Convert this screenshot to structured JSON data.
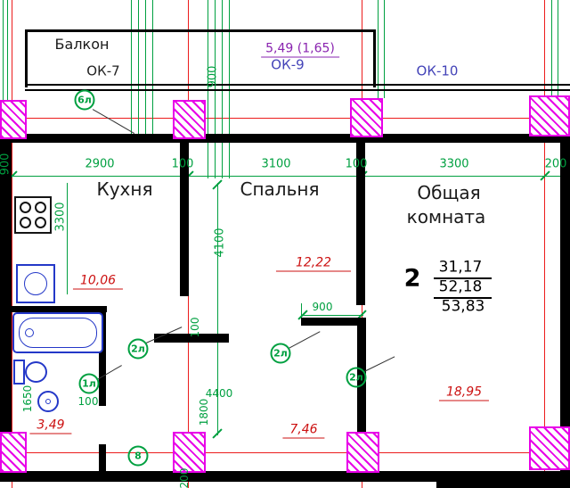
{
  "meta": {
    "type": "apartment-floor-plan"
  },
  "rooms": {
    "balcony": "Балкон",
    "kitchen": "Кухня",
    "bedroom": "Спальня",
    "living_line1": "Общая",
    "living_line2": "комната"
  },
  "windows": {
    "ok7": "ОК-7",
    "ok9": "ОК-9",
    "ok10": "ОК-10"
  },
  "areas": {
    "balcony": "5,49 (1,65)",
    "kitchen": "10,06",
    "bedroom": "12,22",
    "living": "18,95",
    "bathroom": "3,49",
    "hall": "7,46"
  },
  "apartment": {
    "number": "2",
    "living_area": "31,17",
    "usable_area": "52,18",
    "total_area": "53,83"
  },
  "dims": {
    "top": [
      "2900",
      "100",
      "3100",
      "100",
      "3300",
      "200"
    ],
    "left_vert": "900",
    "top_vert": "900",
    "kitchen_vert": "3300",
    "bedroom_vert": "4100",
    "hall_vert": "4400",
    "hall_vert2": "1800",
    "bath_vert": "1650",
    "bath_small": "100",
    "door_width": "900",
    "wall_small": "100",
    "bottom_small": "200"
  },
  "markers": {
    "axis_6l": "6л",
    "axis_8": "8",
    "door_2l": "2л",
    "door_1l": "1л"
  }
}
